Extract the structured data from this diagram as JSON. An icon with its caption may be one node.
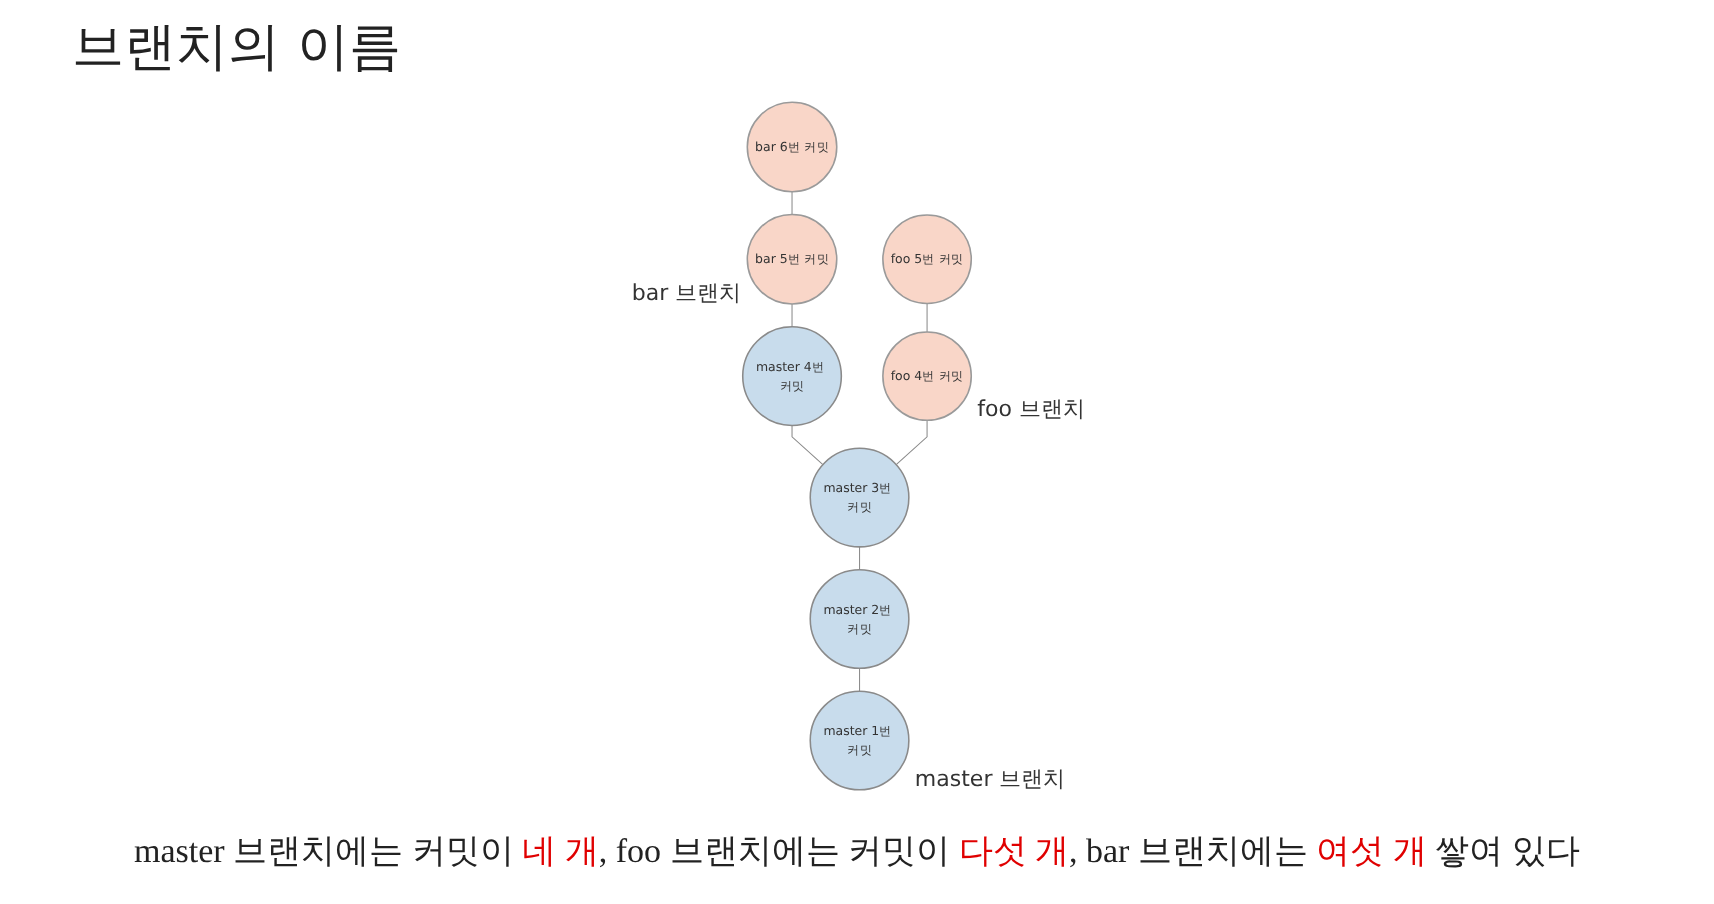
{
  "diagram": {
    "title": "브랜치의 이름",
    "caption": "master 브랜치에는 커밋이 **네 개**, foo 브랜치에는 커밋이 **다섯 개**, bar 브랜치에는 **여섯 개** 쌓여 있다",
    "nodes": [
      {
        "text": [
          "bar 6번 커밋"
        ]
      },
      {
        "text": [
          "bar 5번 커밋"
        ],
        "beside": [
          "bar 브랜치"
        ]
      },
      {
        "text": [
          "foo 5번 커밋"
        ]
      },
      {
        "text": [
          "master 4번 커밋"
        ]
      },
      {
        "text": [
          "foo 4번 커밋"
        ],
        "beside": [
          "foo 브랜치"
        ]
      },
      {
        "text": [
          "master 3번 커밋"
        ]
      },
      {
        "text": [
          "master 2번 커밋"
        ]
      },
      {
        "text": [
          "master 1번 커밋"
        ],
        "beside": [
          "master 브랜치"
        ]
      }
    ],
    "edges": [
      {
        "from": 7,
        "to": 6,
        "arrow": "none"
      },
      {
        "from": 6,
        "to": 5,
        "arrow": "none"
      },
      {
        "from": 5,
        "to": 3,
        "arrow": "none"
      },
      {
        "from": 3,
        "to": 1,
        "arrow": "none"
      },
      {
        "from": 1,
        "to": 0,
        "arrow": "none"
      },
      {
        "from": 5,
        "to": 4,
        "arrow": "none"
      },
      {
        "from": 4,
        "to": 2,
        "arrow": "none"
      }
    ]
  }
}
